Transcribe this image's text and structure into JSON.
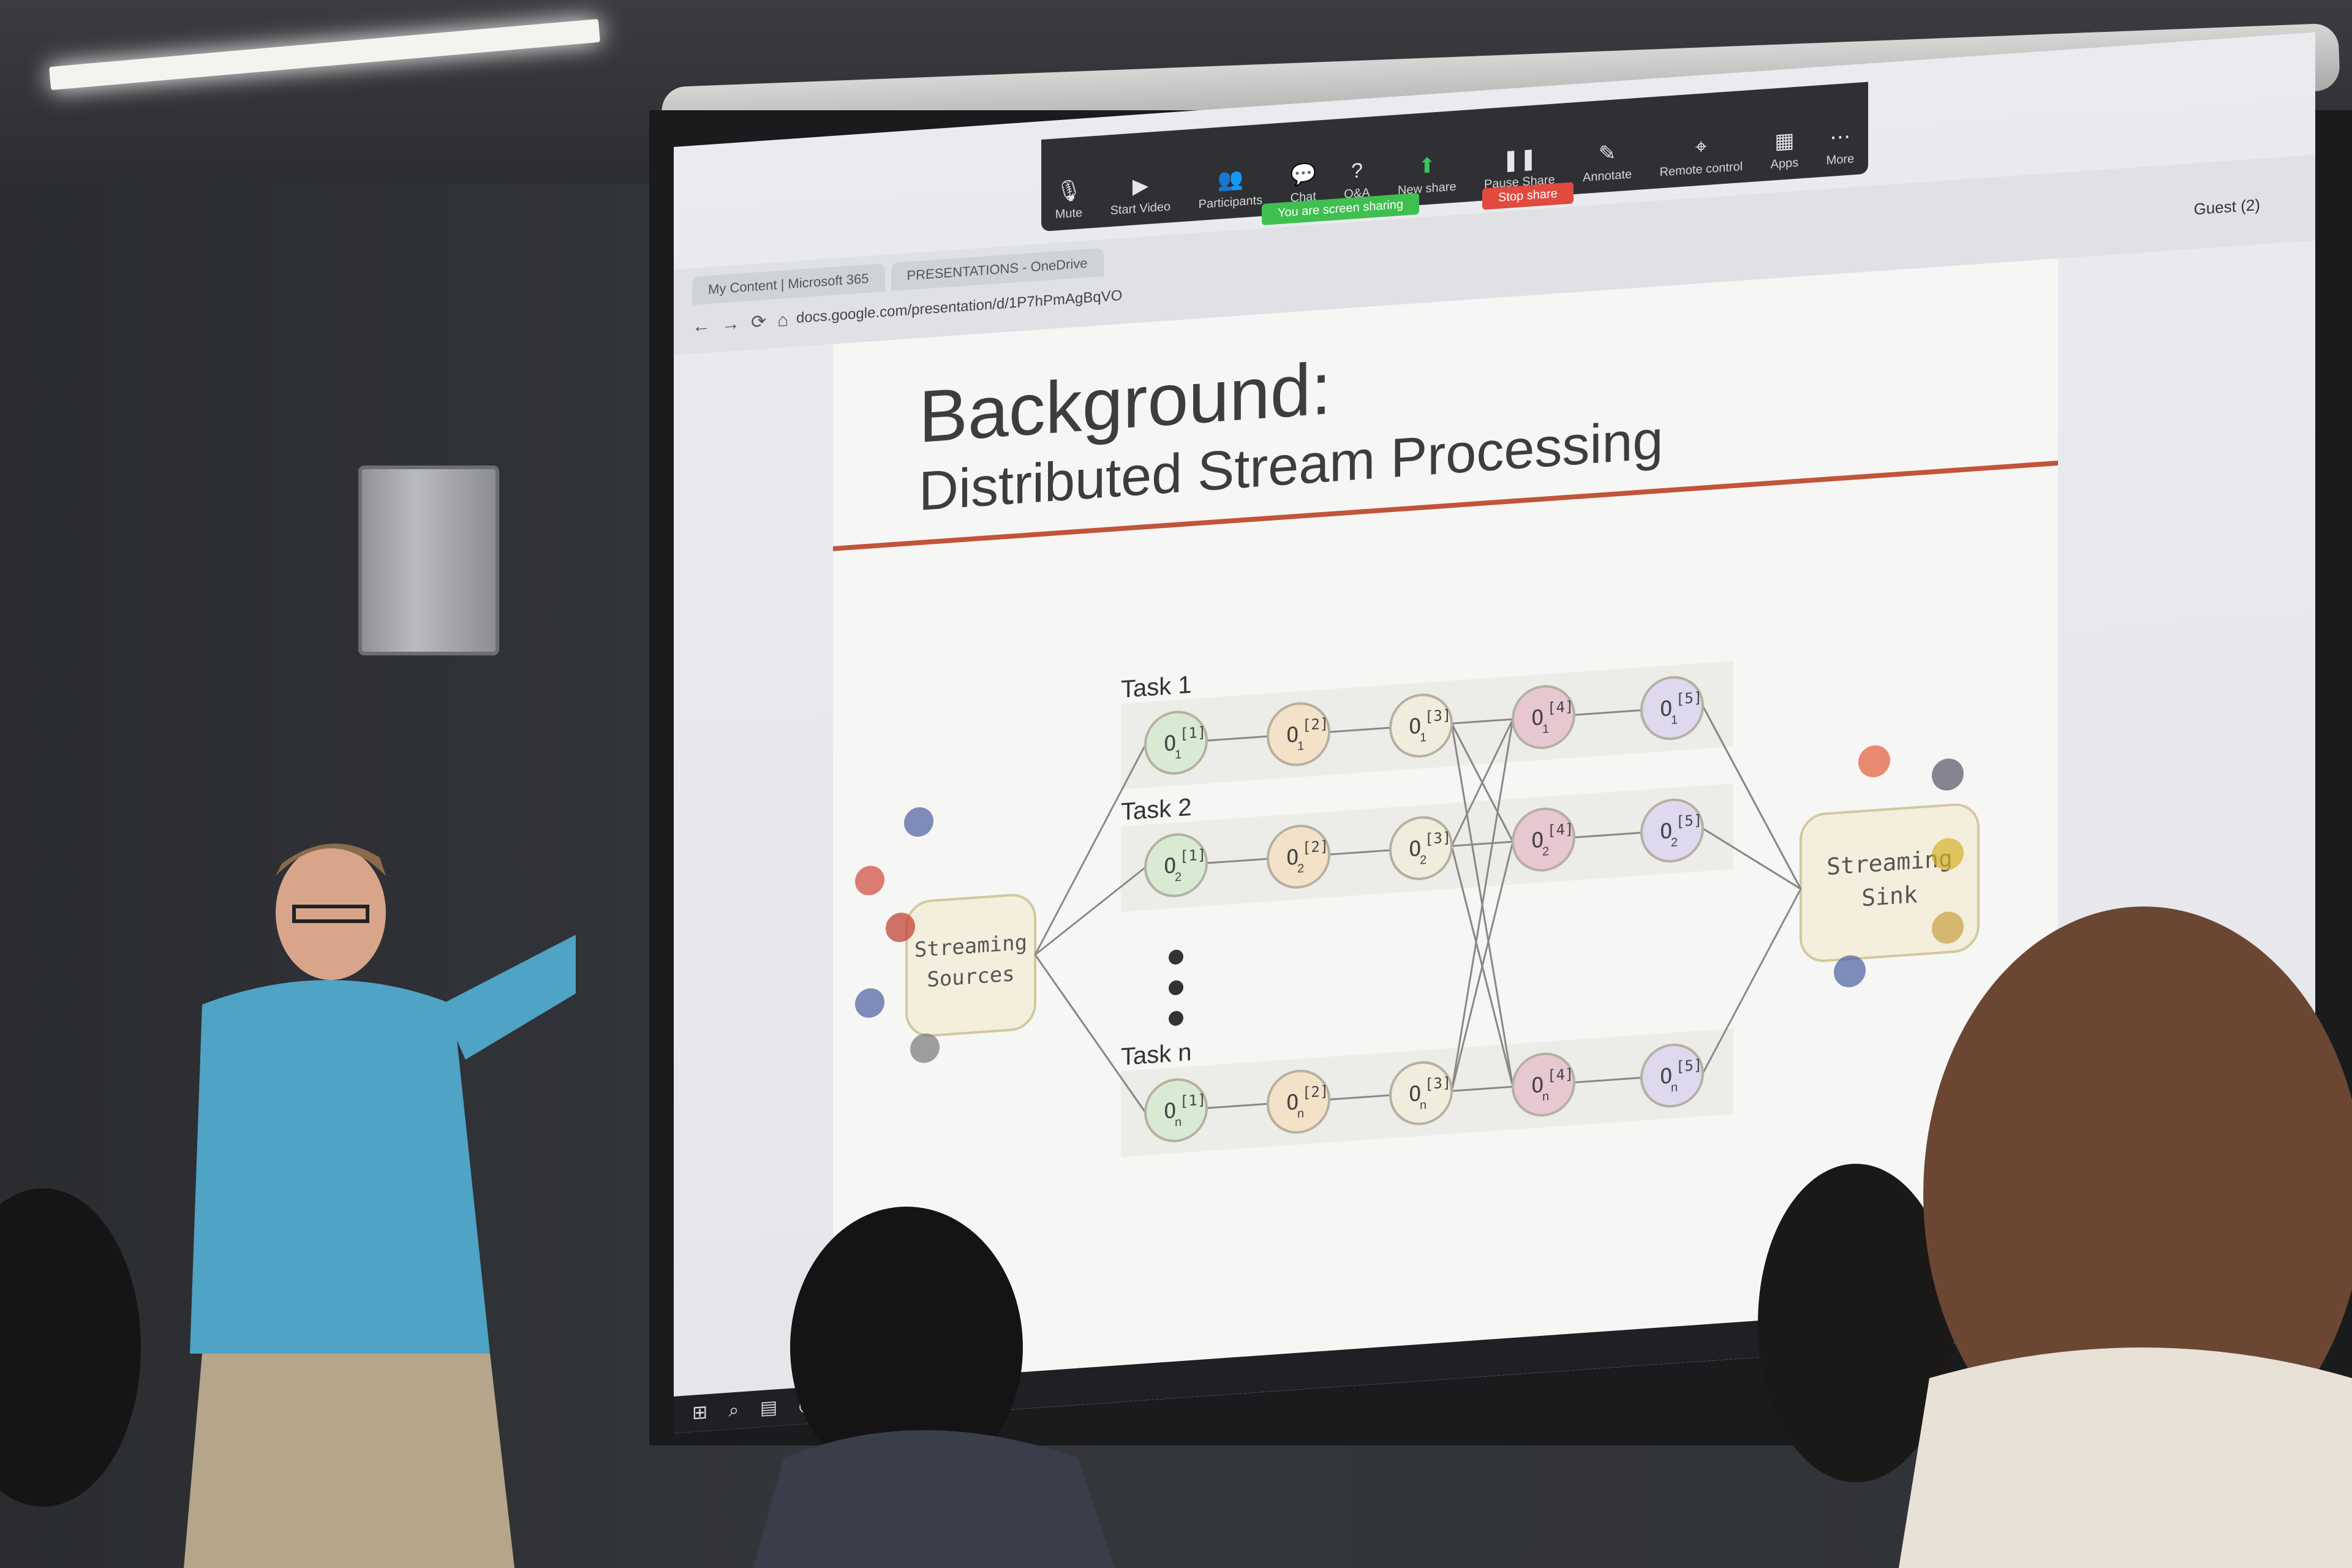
{
  "browser": {
    "tabs": [
      "My Content | Microsoft 365",
      "PRESENTATIONS - OneDrive"
    ],
    "url": "docs.google.com/presentation/d/1P7hPmAgBqVO",
    "profile": "Guest (2)"
  },
  "zoom_toolbar": {
    "buttons": [
      {
        "label": "Mute",
        "icon": "microphone-icon"
      },
      {
        "label": "Start Video",
        "icon": "video-camera-icon"
      },
      {
        "label": "Participants",
        "icon": "participants-icon"
      },
      {
        "label": "Chat",
        "icon": "chat-icon"
      },
      {
        "label": "Q&A",
        "icon": "qa-icon"
      },
      {
        "label": "New share",
        "icon": "share-arrow-icon"
      },
      {
        "label": "Pause Share",
        "icon": "pause-icon"
      },
      {
        "label": "Annotate",
        "icon": "pencil-icon"
      },
      {
        "label": "Remote control",
        "icon": "mouse-icon"
      },
      {
        "label": "Apps",
        "icon": "apps-icon"
      },
      {
        "label": "More",
        "icon": "more-icon"
      }
    ],
    "sharing_status": "You are screen sharing",
    "stop_share": "Stop share"
  },
  "slide": {
    "title": "Background:",
    "subtitle": "Distributed Stream Processing",
    "accent_color": "#c2543a",
    "sources_label_1": "Streaming",
    "sources_label_2": "Sources",
    "sink_label_1": "Streaming",
    "sink_label_2": "Sink",
    "tasks": [
      {
        "label": "Task 1",
        "sub": "1"
      },
      {
        "label": "Task 2",
        "sub": "2"
      },
      {
        "label": "Task n",
        "sub": "n"
      }
    ],
    "operators": [
      "[1]",
      "[2]",
      "[3]",
      "[4]",
      "[5]"
    ],
    "operator_letter": "O",
    "operator_colors": [
      "#d9ead3",
      "#f3e2c8",
      "#f1eddc",
      "#e7c8d0",
      "#ded9ef"
    ]
  },
  "taskbar": {
    "icons": [
      "windows-icon",
      "search-icon",
      "file-explorer-icon",
      "chrome-icon"
    ]
  }
}
